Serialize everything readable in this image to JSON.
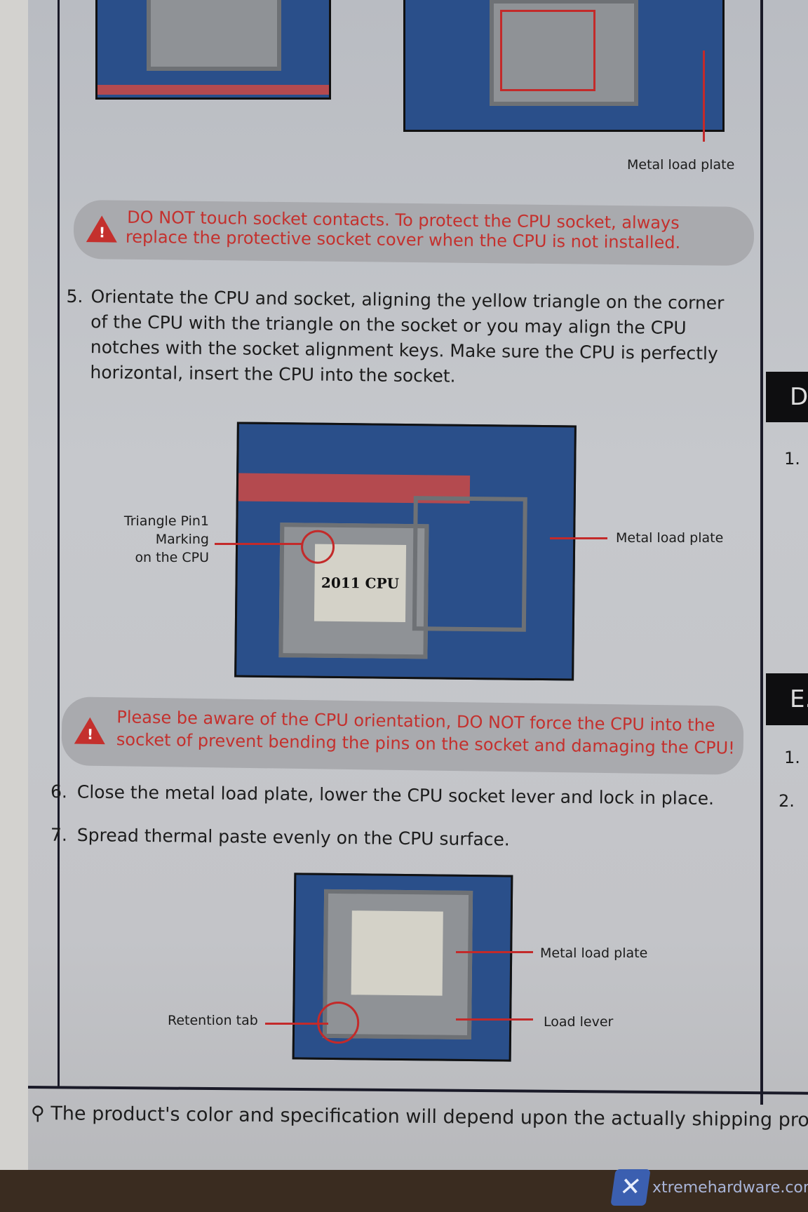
{
  "figures": {
    "top_right_label": "Metal load plate",
    "middle": {
      "cpu_label": "2011 CPU",
      "left_label_lines": [
        "Triangle Pin1",
        "Marking",
        "on the CPU"
      ],
      "right_label": "Metal load plate"
    },
    "bottom": {
      "metal_label": "Metal load plate",
      "lever_label": "Load lever",
      "retention_label": "Retention tab"
    }
  },
  "warnings": [
    {
      "lines": [
        "DO NOT touch socket contacts. To protect the CPU socket, always",
        "replace the protective socket cover when the CPU is not installed."
      ]
    },
    {
      "lines": [
        "Please be aware of the CPU orientation, DO NOT force the CPU into the",
        "socket of prevent bending the pins on the socket and damaging the CPU!"
      ]
    }
  ],
  "steps": [
    {
      "num": "5.",
      "lines": [
        "Orientate the CPU and socket, aligning the yellow triangle on the corner",
        "of the CPU with the triangle on the socket or you may align the CPU",
        "notches with the socket alignment keys. Make sure the CPU is perfectly",
        "horizontal, insert the CPU into the socket."
      ]
    },
    {
      "num": "6.",
      "text": "Close the metal load plate, lower the CPU socket lever and lock in place."
    },
    {
      "num": "7.",
      "text": "Spread thermal paste evenly on the CPU surface."
    }
  ],
  "right_page": {
    "section_d": "D",
    "section_e": "E.",
    "items": [
      "1.",
      "1.",
      "2."
    ]
  },
  "footer": "The product's color and specification will depend upon the actually shipping pro",
  "watermark": "xtremehardware.com",
  "colors": {
    "warning_red": "#c4302d",
    "board_blue": "#2a4f8a"
  }
}
